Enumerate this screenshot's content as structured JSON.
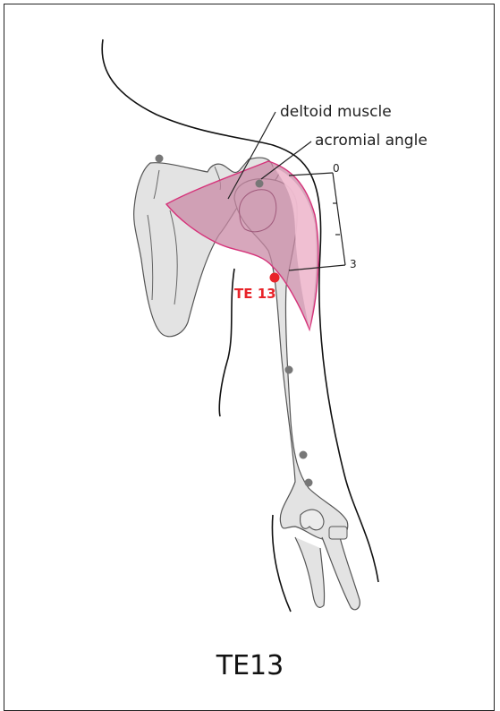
{
  "labels": {
    "deltoid": "deltoid muscle",
    "acromial": "acromial angle",
    "point": "TE 13"
  },
  "scale": {
    "top": "0",
    "bottom": "3"
  },
  "title": "TE13",
  "colors": {
    "bone": "#e3e3e3",
    "bone_stroke": "#555555",
    "muscle_fill": "#c98aa5",
    "muscle_stroke": "#d6337a",
    "point": "#e8242a",
    "landmark": "#777777"
  }
}
